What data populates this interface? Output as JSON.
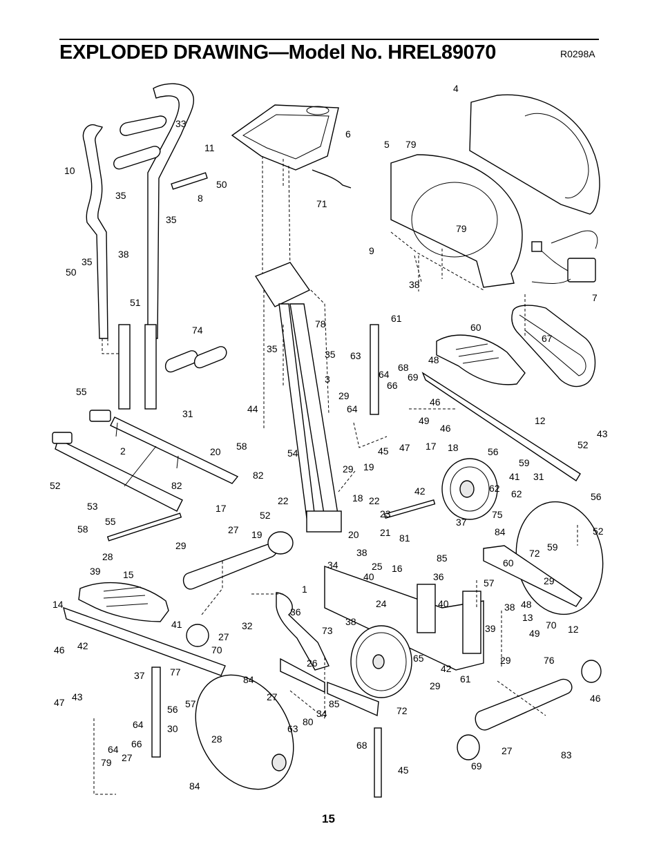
{
  "header": {
    "title": "EXPLODED DRAWING—Model No. HREL89070",
    "drawing_code": "R0298A"
  },
  "footer": {
    "page_number": "15"
  },
  "callouts": [
    "4",
    "33",
    "6",
    "11",
    "5",
    "79",
    "10",
    "50",
    "8",
    "35",
    "71",
    "9",
    "35",
    "38",
    "79",
    "35",
    "50",
    "38",
    "7",
    "51",
    "61",
    "74",
    "78",
    "60",
    "67",
    "35",
    "35",
    "63",
    "48",
    "68",
    "3",
    "64",
    "69",
    "66",
    "55",
    "31",
    "29",
    "44",
    "64",
    "46",
    "12",
    "49",
    "43",
    "2",
    "58",
    "54",
    "45",
    "46",
    "47",
    "17",
    "18",
    "56",
    "52",
    "20",
    "59",
    "82",
    "29",
    "19",
    "41",
    "31",
    "52",
    "62",
    "82",
    "22",
    "42",
    "56",
    "17",
    "18",
    "22",
    "62",
    "53",
    "52",
    "23",
    "75",
    "55",
    "27",
    "19",
    "20",
    "21",
    "81",
    "37",
    "84",
    "52",
    "58",
    "28",
    "29",
    "38",
    "25",
    "16",
    "85",
    "72",
    "59",
    "39",
    "34",
    "60",
    "15",
    "36",
    "57",
    "29",
    "1",
    "40",
    "24",
    "48",
    "14",
    "36",
    "40",
    "38",
    "13",
    "38",
    "39",
    "70",
    "12",
    "41",
    "32",
    "73",
    "49",
    "46",
    "42",
    "27",
    "70",
    "26",
    "65",
    "29",
    "76",
    "42",
    "77",
    "29",
    "61",
    "37",
    "84",
    "27",
    "46",
    "47",
    "43",
    "56",
    "57",
    "34",
    "85",
    "80",
    "72",
    "63",
    "64",
    "30",
    "27",
    "28",
    "83",
    "68",
    "64",
    "66",
    "27",
    "69",
    "79",
    "45",
    "84"
  ]
}
